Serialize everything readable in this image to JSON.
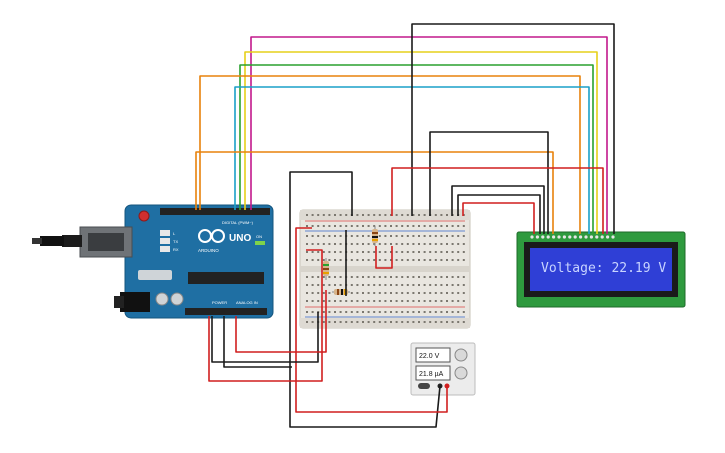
{
  "arduino": {
    "brand": "ARDUINO",
    "model": "UNO",
    "digital_label": "DIGITAL (PWM~)",
    "power_label": "POWER",
    "analog_label": "ANALOG IN",
    "tx_label": "TX",
    "rx_label": "RX",
    "on_label": "ON",
    "l_label": "L"
  },
  "lcd": {
    "display_text": "Voltage: 22.19 V"
  },
  "power_supply": {
    "voltage": "22.0 V",
    "current": "21.8 µA"
  },
  "colors": {
    "orange": "#e8820c",
    "magenta": "#c2188c",
    "yellow": "#e6d01a",
    "green": "#2aa12e",
    "cyan": "#1aa0c8",
    "black": "#1a1a1a",
    "red": "#d11f1f",
    "arduino_board": "#1f6fa3",
    "lcd_pcb": "#2e9a3e",
    "lcd_screen": "#2f3fd6",
    "lcd_text": "#c8d4ff"
  }
}
